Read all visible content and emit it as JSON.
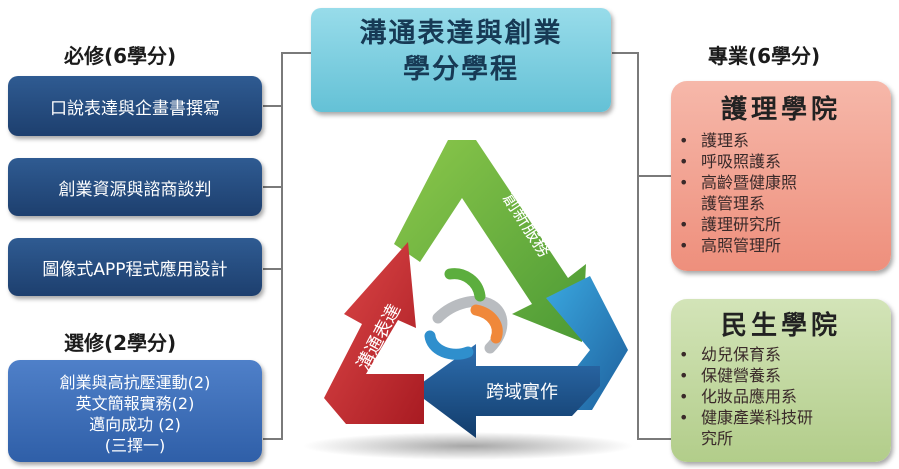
{
  "title": {
    "line1": "溝通表達與創業",
    "line2": "學分學程"
  },
  "required": {
    "heading": "必修(6學分)",
    "courses": [
      "口說表達與企畫書撰寫",
      "創業資源與諮商談判",
      "圖像式APP程式應用設計"
    ]
  },
  "elective": {
    "heading": "選修(2學分)",
    "lines": [
      "創業與高抗壓運動(2)",
      "英文簡報實務(2)",
      "邁向成功 (2)",
      "(三擇一)"
    ]
  },
  "specialty": {
    "heading": "專業(6學分)"
  },
  "nursing_college": {
    "name": "護理學院",
    "depts": [
      "護理系",
      "呼吸照護系",
      "高齡暨健康照",
      "護管理系",
      "護理研究所",
      "高照管理所"
    ]
  },
  "livelihood_college": {
    "name": "民生學院",
    "depts": [
      "幼兒保育系",
      "保健營養系",
      "化妝品應用系",
      "健康產業科技研",
      "究所"
    ]
  },
  "cycle": {
    "innovation": "創新服務",
    "communication": "溝通表達",
    "cross_domain": "跨域實作"
  },
  "colors": {
    "green": "#5cae3e",
    "red": "#c9262d",
    "blue": "#2f8fcd",
    "navy": "#1d3f6e",
    "title_box": "#7fd0e2",
    "nursing_box": "#f2a394",
    "livelihood_box": "#c4d9a3"
  }
}
